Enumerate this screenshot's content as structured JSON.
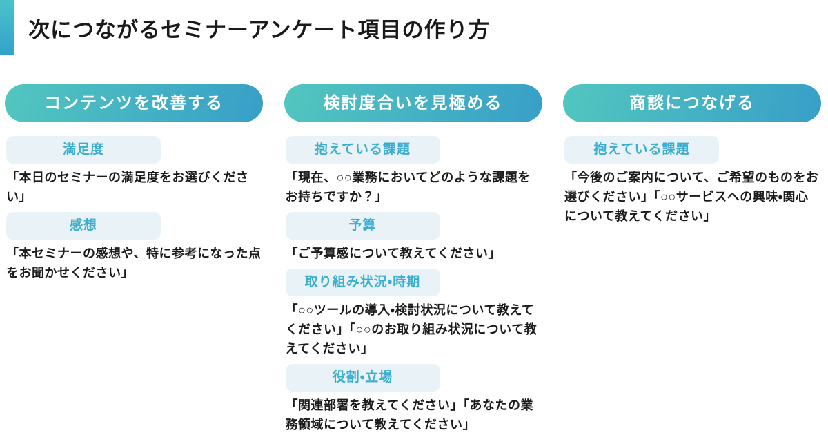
{
  "page": {
    "title": "次につながるセミナーアンケート項目の作り方"
  },
  "colors": {
    "pill_grad_start": "#52C6BF",
    "pill_grad_end": "#389FC8",
    "bar_grad_start": "#49C3CA",
    "bar_grad_end": "#33A2CB",
    "badge_bg": "#E9F3F7",
    "badge_text": "#3BAECF",
    "body_text": "#1B1B1B"
  },
  "columns": [
    {
      "header": "コンテンツを改善する",
      "items": [
        {
          "label": "満足度",
          "question": "「本日のセミナーの満足度をお選びください」"
        },
        {
          "label": "感想",
          "question": "「本セミナーの感想や、特に参考になった点をお聞かせください」"
        }
      ]
    },
    {
      "header": "検討度合いを見極める",
      "items": [
        {
          "label": "抱えている課題",
          "question": "「現在、○○業務においてどのような課題をお持ちですか？」"
        },
        {
          "label": "予算",
          "question": "「ご予算感について教えてください」"
        },
        {
          "label": "取り組み状況・時期",
          "question": "「○○ツールの導入・検討状況について教えてください」「○○のお取り組み状況について教えてください」"
        },
        {
          "label": "役割・立場",
          "question": "「関連部署を教えてください」「あなたの業務領域について教えてください」"
        }
      ]
    },
    {
      "header": "商談につなげる",
      "items": [
        {
          "label": "抱えている課題",
          "question": "「今後のご案内について、ご希望のものをお選びください」「○○サービスへの興味・関心について教えてください」"
        }
      ]
    }
  ]
}
